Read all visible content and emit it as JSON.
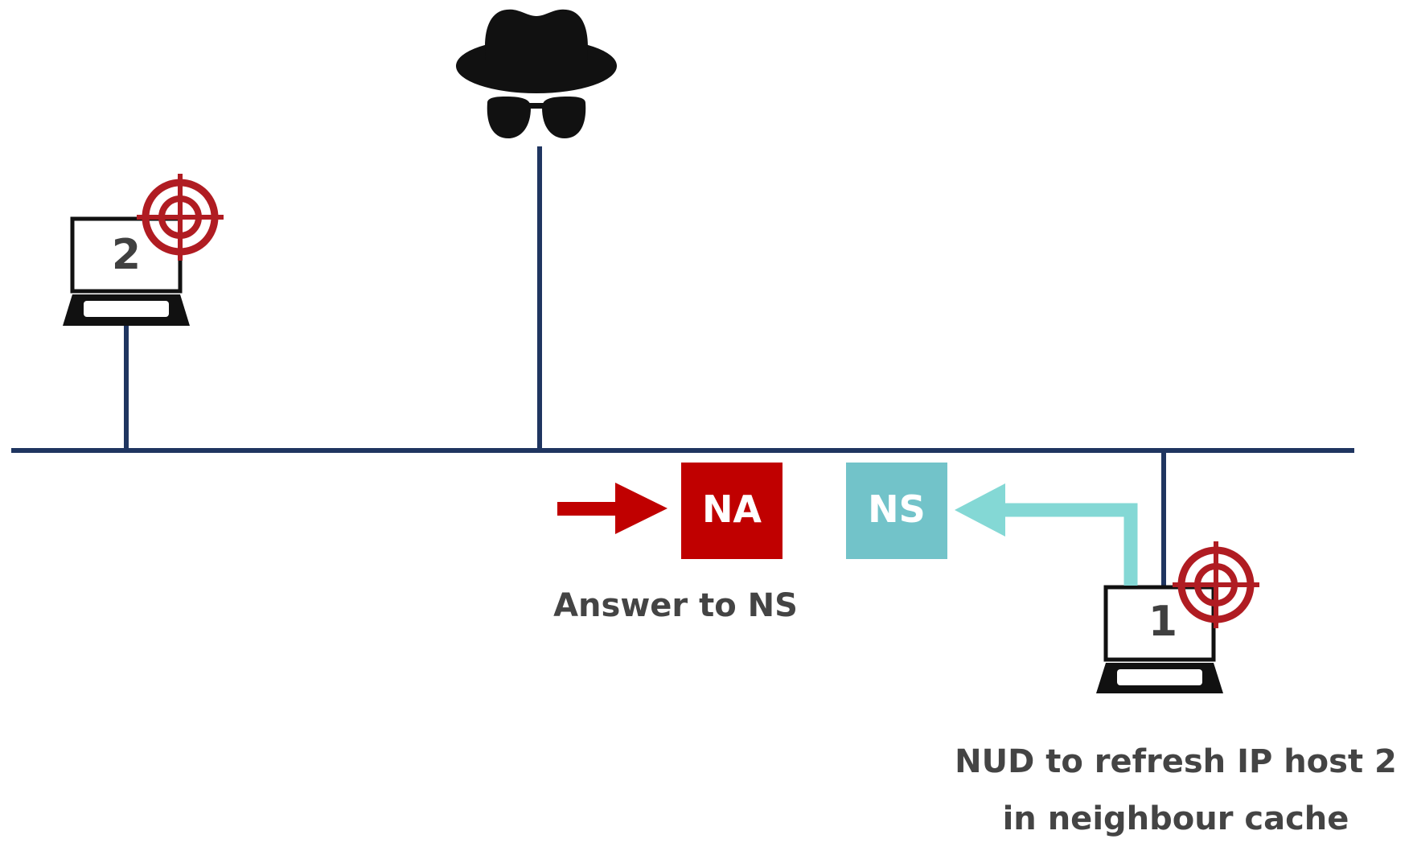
{
  "hosts": {
    "host2": {
      "number": "2",
      "targeted": true
    },
    "host1": {
      "number": "1",
      "targeted": true
    }
  },
  "attacker": {
    "icon": "spy-hat-glasses-icon"
  },
  "packets": {
    "na": {
      "label": "NA",
      "color": "#c00000"
    },
    "ns": {
      "label": "NS",
      "color": "#72c3c9"
    }
  },
  "captions": {
    "answer": "Answer to NS",
    "nud_line1": "NUD to refresh IP host 2",
    "nud_line2": "in neighbour cache"
  },
  "colors": {
    "network_line": "#1f3560",
    "target": "#b01c22",
    "ns_arrow": "#84d8d5",
    "na_arrow": "#c00000"
  }
}
